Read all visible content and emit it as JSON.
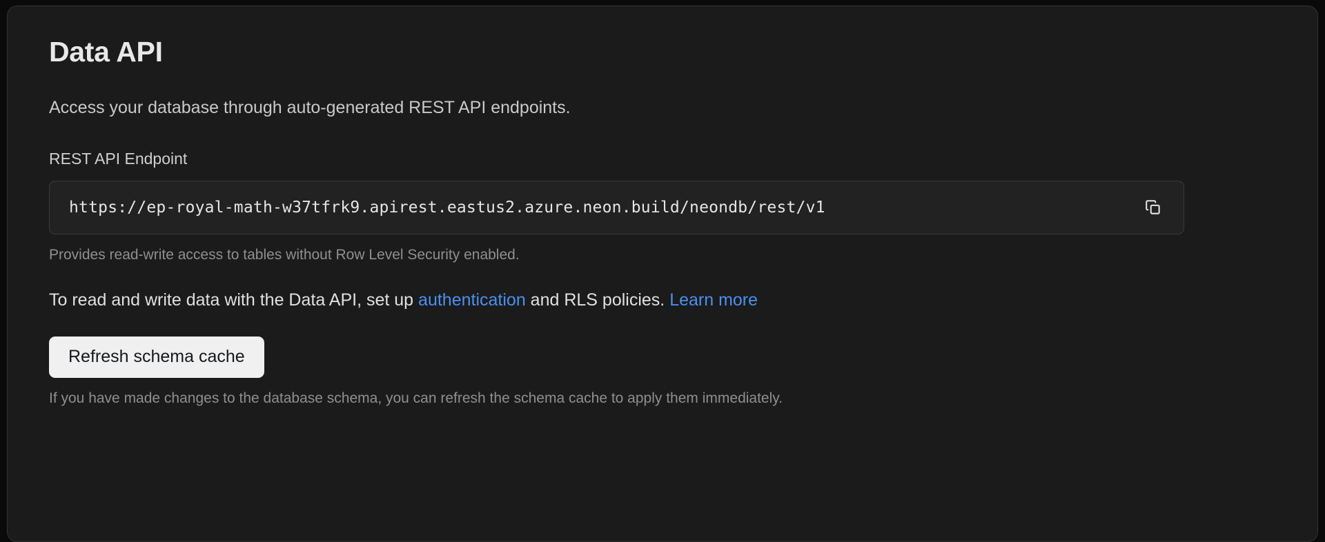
{
  "card": {
    "title": "Data API",
    "subtitle": "Access your database through auto-generated REST API endpoints.",
    "endpoint": {
      "label": "REST API Endpoint",
      "value": "https://ep-royal-math-w37tfrk9.apirest.eastus2.azure.neon.build/neondb/rest/v1",
      "copy_icon": "copy-icon",
      "helper": "Provides read-write access to tables without Row Level Security enabled."
    },
    "rls": {
      "text_before": "To read and write data with the Data API, set up ",
      "link_auth": "authentication",
      "text_middle": " and RLS policies. ",
      "link_learn_more": "Learn more"
    },
    "refresh": {
      "label": "Refresh schema cache",
      "footnote": "If you have made changes to the database schema, you can refresh the schema cache to apply them immediately."
    }
  },
  "colors": {
    "page_background": "#0a0a0a",
    "card_background": "#1b1b1b",
    "card_border": "#333333",
    "input_background": "#222222",
    "link_blue": "#4a90f0",
    "button_background": "#f0f0f0",
    "button_text": "#16181c"
  }
}
